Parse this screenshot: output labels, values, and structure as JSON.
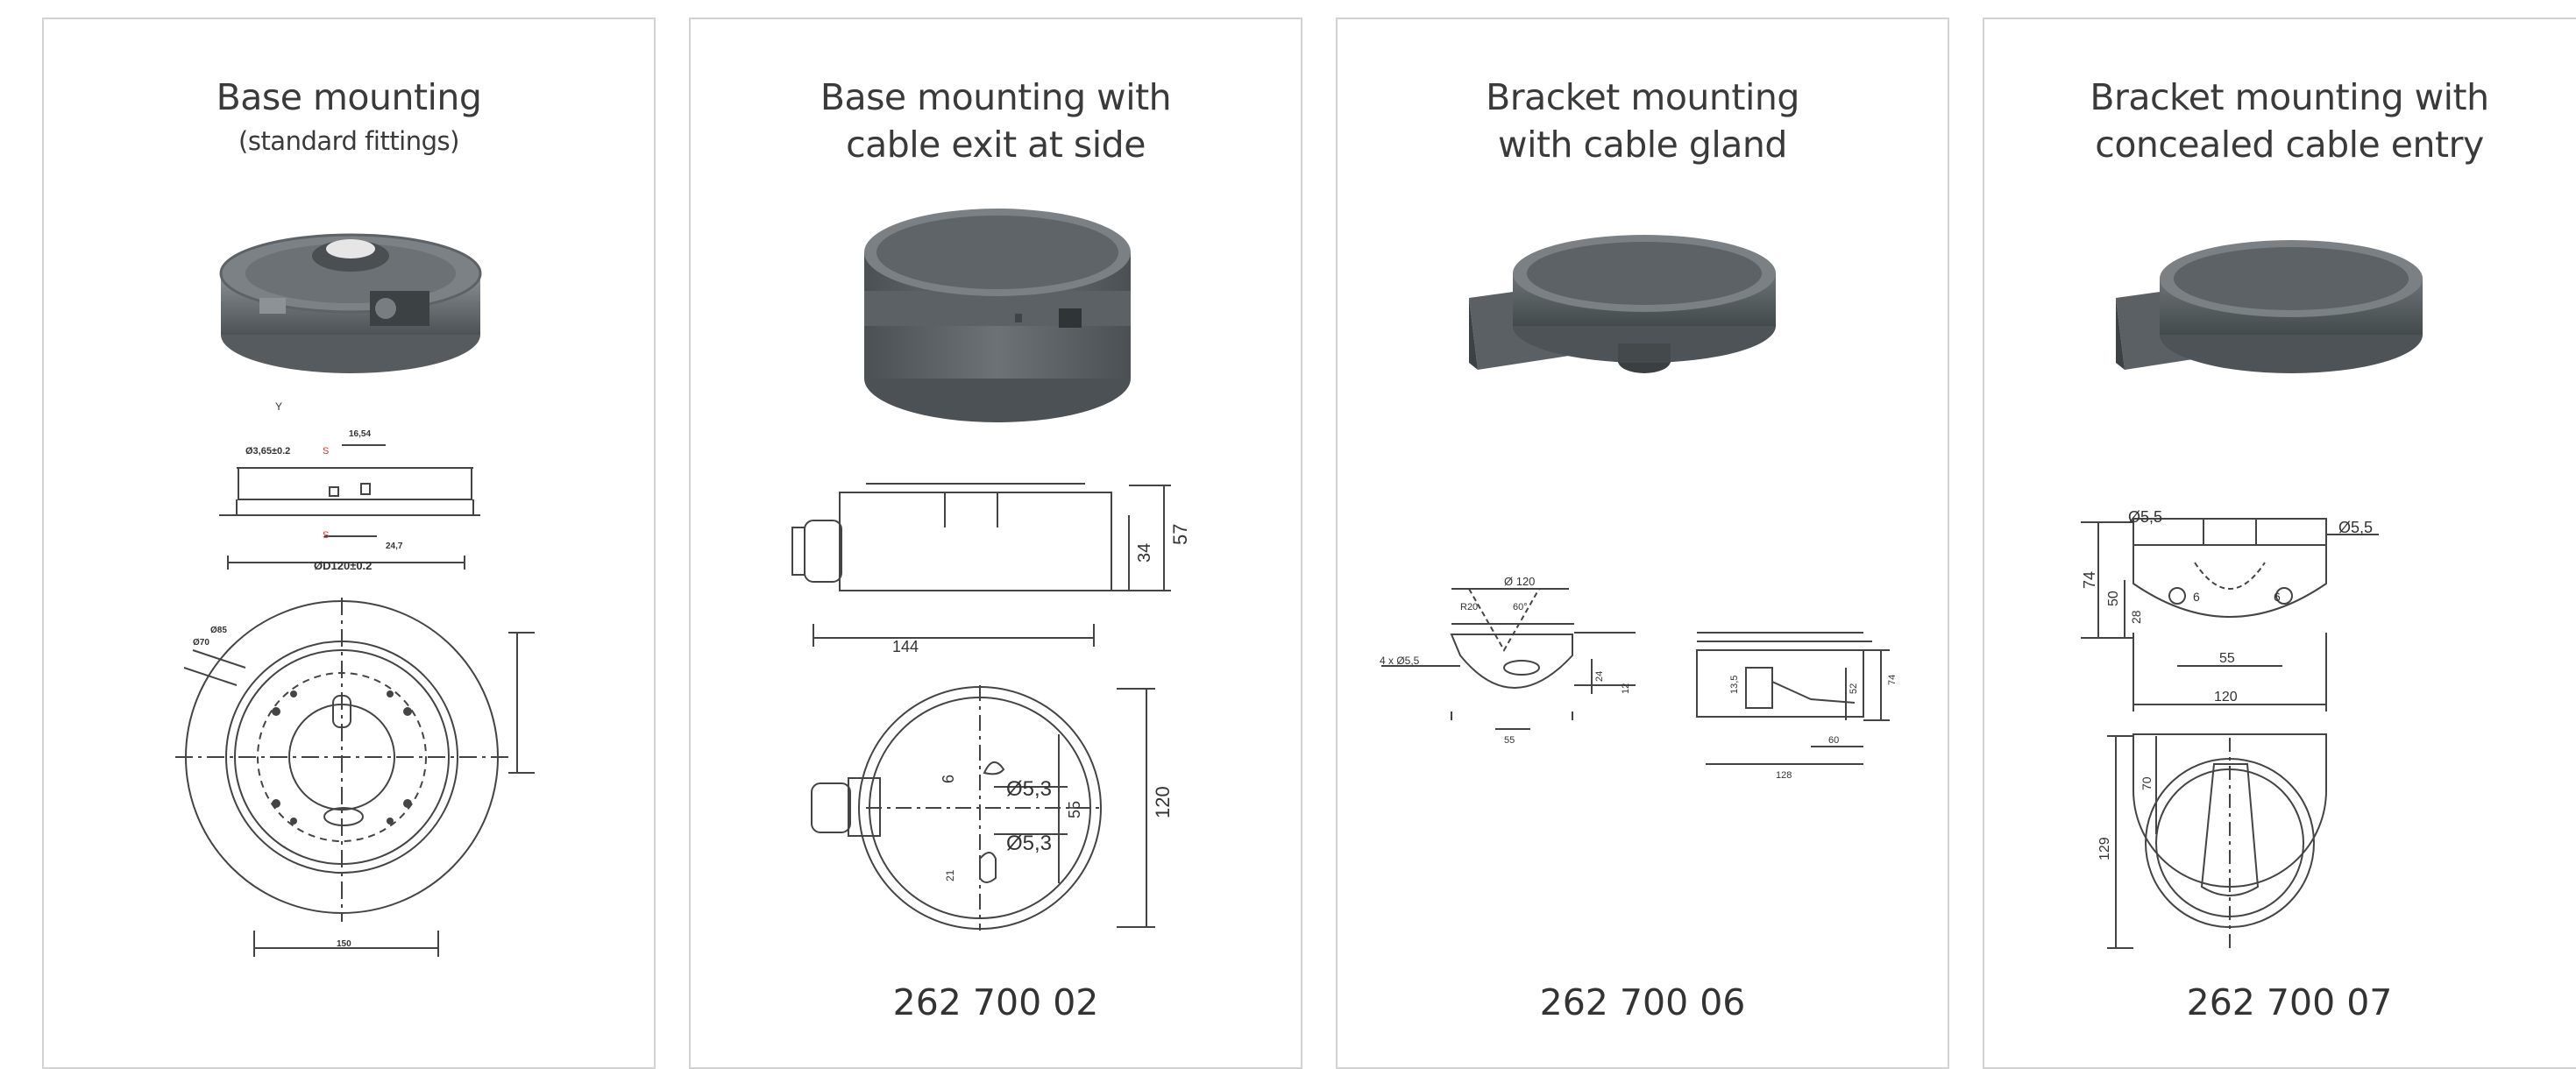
{
  "products": [
    {
      "title_line1": "Base mounting",
      "title_line2": "(standard fittings)",
      "part_number": "",
      "dims": {
        "d_base": "ØD120±0.2",
        "d_hole": "Ø3,65±0.2",
        "s_a": "S",
        "s_b": "S",
        "w1": "16,54",
        "w2": "24,7",
        "y": "Y",
        "d_outer": "150",
        "d_a": "Ø85",
        "d_b": "Ø70"
      }
    },
    {
      "title_line1": "Base mounting with",
      "title_line2": "cable exit at side",
      "part_number": "262 700 02",
      "dims": {
        "height": "57",
        "inner_height": "34",
        "length": "144",
        "hole_a": "Ø5,3",
        "hole_b": "Ø5,3",
        "diameter": "120",
        "offset": "6",
        "spacing": "55",
        "small": "21"
      }
    },
    {
      "title_line1": "Bracket mounting",
      "title_line2": "with cable gland",
      "part_number": "262 700 06",
      "dims": {
        "top": "Ø 120",
        "r": "R20",
        "angle": "60°",
        "holes": "4 x Ø5,5",
        "bottom": "55",
        "depth": "128",
        "arm": "60",
        "h_a": "74",
        "h_b": "52",
        "h_c": "24",
        "h_d": "12",
        "h_e": "13,5"
      }
    },
    {
      "title_line1": "Bracket mounting with",
      "title_line2": "concealed cable entry",
      "part_number": "262 700 07",
      "dims": {
        "hole_left": "Ø5,5",
        "hole_right": "Ø5,5",
        "h_total": "74",
        "h_mid": "50",
        "h_low": "28",
        "offset_a": "6",
        "offset_b": "6",
        "spacing": "55",
        "width": "120",
        "depth": "129",
        "inner": "70"
      }
    }
  ]
}
